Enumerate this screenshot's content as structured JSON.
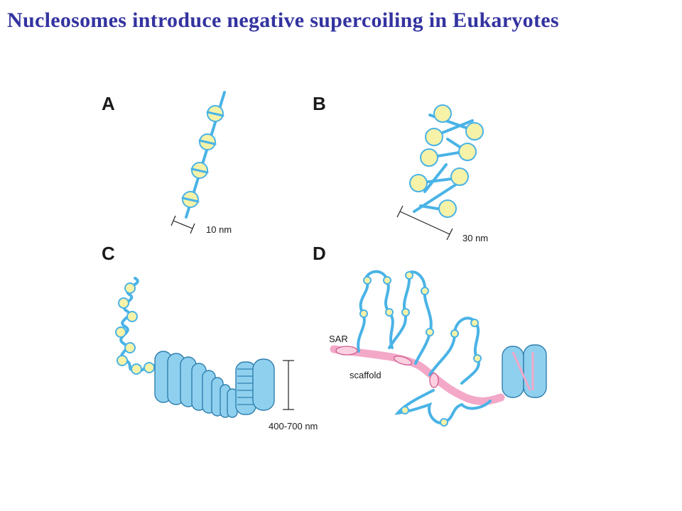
{
  "slide": {
    "title": "Nucleosomes introduce negative supercoiling in Eukaryotes"
  },
  "figure": {
    "panels": [
      {
        "letter": "A",
        "scale_label": "10 nm"
      },
      {
        "letter": "B",
        "scale_label": "30 nm"
      },
      {
        "letter": "C",
        "scale_label": "400-700 nm"
      },
      {
        "letter": "D",
        "labels": {
          "sar": "SAR",
          "scaffold": "scaffold"
        }
      }
    ],
    "colors": {
      "title": "#3333a0",
      "dna": "#4ab3e6",
      "nucleosome_core": "#f6f2a8",
      "fiber_cylinder": "#8fd0ef",
      "scaffold": "#f3a8c8"
    }
  }
}
